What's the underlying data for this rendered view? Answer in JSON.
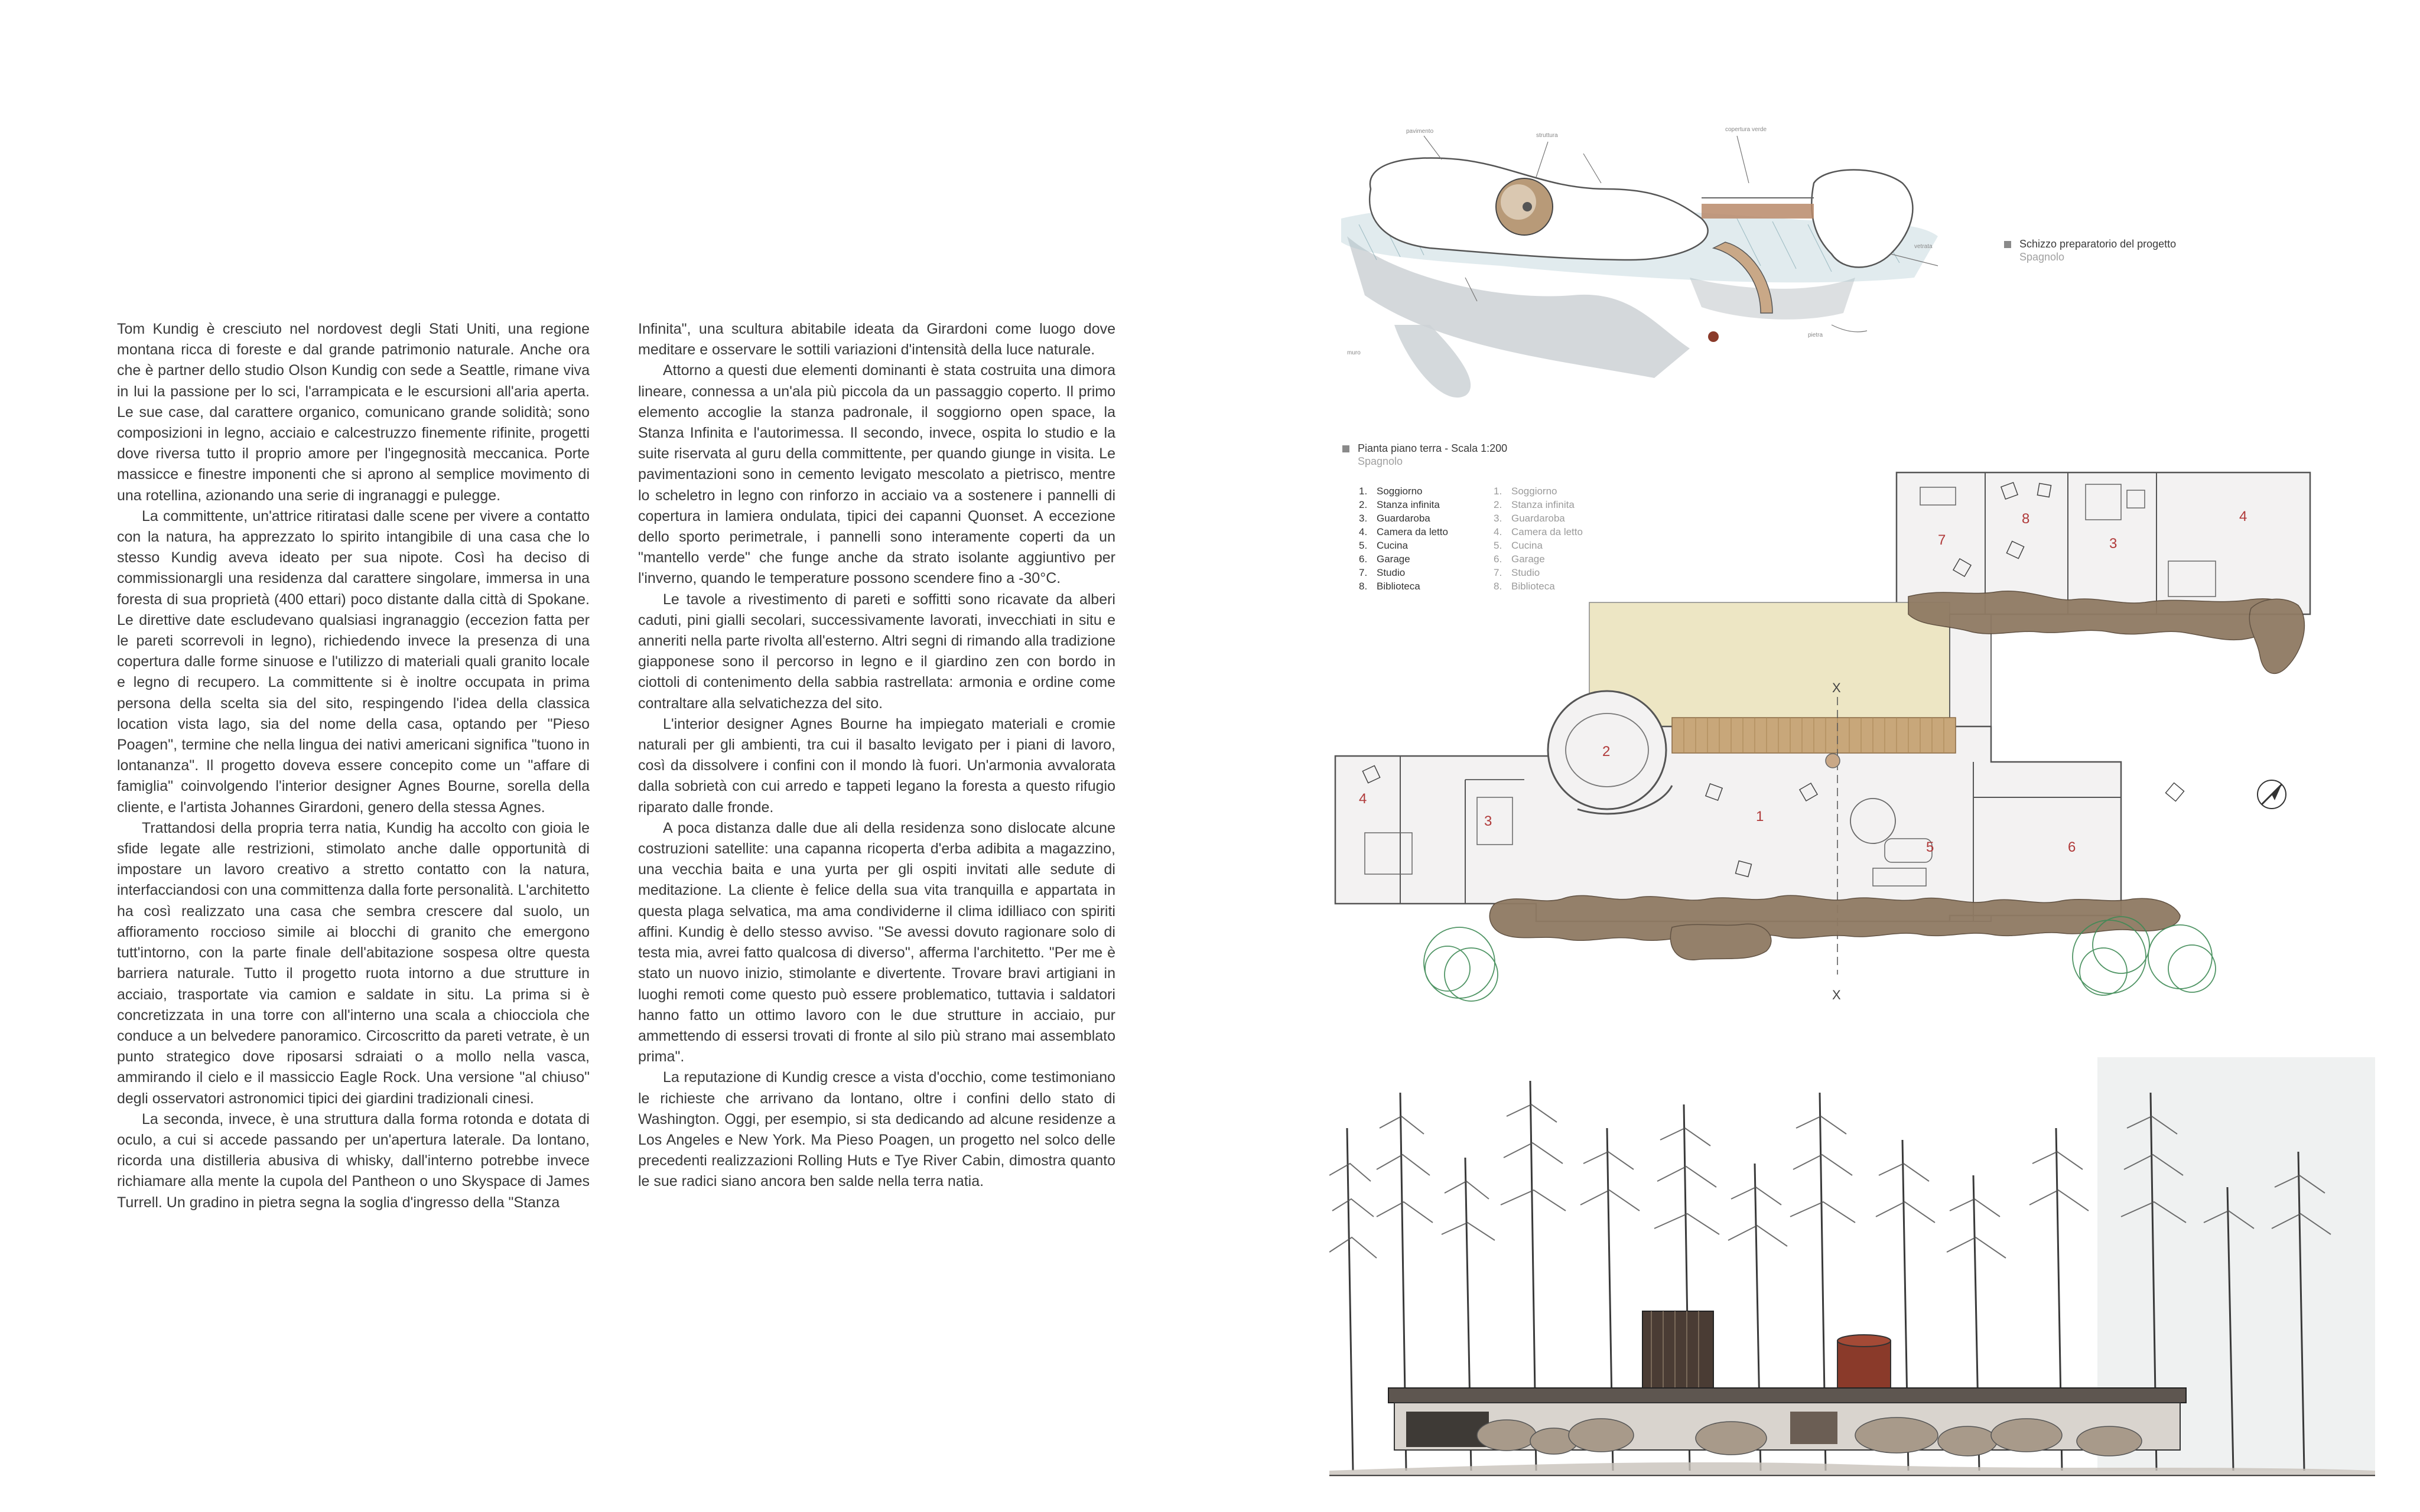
{
  "article": {
    "col1": [
      "Tom Kundig è cresciuto nel nordovest degli Stati Uniti, una regione montana ricca di foreste e dal grande patrimonio naturale. Anche ora che è partner dello studio Olson Kundig con sede a Seattle, rimane viva in lui la passione per lo sci, l'arrampicata e le escursioni all'aria aperta. Le sue case, dal carattere organico, comunicano grande solidità; sono composizioni in legno, acciaio e calcestruzzo finemente rifinite, progetti dove riversa tutto il proprio amore per l'ingegnosità meccanica. Porte massicce e finestre imponenti che si aprono al semplice movimento di una rotellina, azionando una serie di ingranaggi e pulegge.",
      "La committente, un'attrice ritiratasi dalle scene per vivere a contatto con la natura, ha apprezzato lo spirito intangibile di una casa che lo stesso Kundig aveva ideato per sua nipote. Così ha deciso di commissionargli una residenza dal carattere singolare, immersa in una foresta di sua proprietà (400 ettari) poco distante dalla città di Spokane. Le direttive date escludevano qualsiasi ingranaggio (eccezion fatta per le pareti scorrevoli in legno), richiedendo invece la presenza di una copertura dalle forme sinuose e l'utilizzo di materiali quali granito locale e legno di recupero. La committente si è inoltre occupata in prima persona della scelta sia del sito, respingendo l'idea della classica location vista lago, sia del nome della casa, optando per \"Pieso Poagen\", termine che nella lingua dei nativi americani significa \"tuono in lontananza\". Il progetto doveva essere concepito come un \"affare di famiglia\" coinvolgendo l'interior designer Agnes Bourne, sorella della cliente, e l'artista Johannes Girardoni, genero della stessa Agnes.",
      "Trattandosi della propria terra natia, Kundig ha accolto con gioia le sfide legate alle restrizioni, stimolato anche dalle opportunità di impostare un lavoro creativo a stretto contatto con la natura, interfacciandosi con una committenza dalla forte personalità. L'architetto ha così realizzato una casa che sembra crescere dal suolo, un affioramento roccioso simile ai blocchi di granito che emergono tutt'intorno, con la parte finale dell'abitazione sospesa oltre questa barriera naturale. Tutto il progetto ruota intorno a due strutture in acciaio, trasportate via camion e saldate in situ. La prima si è concretizzata in una torre con all'interno una scala a chiocciola che conduce a un belvedere panoramico. Circoscritto da pareti vetrate, è un punto strategico dove riposarsi sdraiati o a mollo nella vasca, ammirando il cielo e il massiccio Eagle Rock. Una versione \"al chiuso\" degli osservatori astronomici tipici dei giardini tradizionali cinesi.",
      "La seconda, invece, è una struttura dalla forma rotonda e dotata di oculo, a cui si accede passando per un'apertura laterale. Da lontano, ricorda una distilleria abusiva di whisky, dall'interno potrebbe invece richiamare alla mente la cupola del Pantheon o uno Skyspace di James Turrell. Un gradino in pietra segna la soglia d'ingresso della \"Stanza"
    ],
    "col2": [
      "Infinita\", una scultura abitabile ideata da Girardoni come luogo dove meditare e osservare le sottili variazioni d'intensità della luce naturale.",
      "Attorno a questi due elementi dominanti è stata costruita una dimora lineare, connessa a un'ala più piccola da un passaggio coperto. Il primo elemento accoglie la stanza padronale, il soggiorno open space, la Stanza Infinita e l'autorimessa. Il secondo, invece, ospita lo studio e la suite riservata al guru della committente, per quando giunge in visita. Le pavimentazioni sono in cemento levigato mescolato a pietrisco, mentre lo scheletro in legno con rinforzo in acciaio va a sostenere i pannelli di copertura in lamiera ondulata, tipici dei capanni Quonset. A eccezione dello sporto perimetrale, i pannelli sono interamente coperti da un \"mantello verde\" che funge anche da strato isolante aggiuntivo per l'inverno, quando le temperature possono scendere fino a -30°C.",
      "Le tavole a rivestimento di pareti e soffitti sono ricavate da alberi caduti, pini gialli secolari, successivamente lavorati, invecchiati in situ e anneriti nella parte rivolta all'esterno. Altri segni di rimando alla tradizione giapponese sono il percorso in legno e il giardino zen con bordo in ciottoli di contenimento della sabbia rastrellata: armonia e ordine come contraltare alla selvatichezza del sito.",
      "L'interior designer Agnes Bourne ha impiegato materiali e cromie naturali per gli ambienti, tra cui il basalto levigato per i piani di lavoro, così da dissolvere i confini con il mondo là fuori. Un'armonia avvalorata dalla sobrietà con cui arredo e tappeti legano la foresta a questo rifugio riparato dalle fronde.",
      "A poca distanza dalle due ali della residenza sono dislocate alcune costruzioni satellite: una capanna ricoperta d'erba adibita a magazzino, una vecchia baita e una yurta per gli ospiti invitati alle sedute di meditazione. La cliente è felice della sua vita tranquilla e appartata in questa plaga selvatica, ma ama condividerne il clima idilliaco con spiriti affini. Kundig è dello stesso avviso. \"Se avessi dovuto ragionare solo di testa mia, avrei fatto qualcosa di diverso\", afferma l'architetto. \"Per me è stato un nuovo inizio, stimolante e divertente. Trovare bravi artigiani in luoghi remoti come questo può essere problematico, tuttavia i saldatori hanno fatto un ottimo lavoro con le due strutture in acciaio, pur ammettendo di essersi trovati di fronte al silo più strano mai assemblato prima\".",
      "La reputazione di Kundig cresce a vista d'occhio, come testimoniano le richieste che arrivano da lontano, oltre i confini dello stato di Washington. Oggi, per esempio, si sta dedicando ad alcune residenze a Los Angeles e New York. Ma Pieso Poagen, un progetto nel solco delle precedenti realizzazioni Rolling Huts e Tye River Cabin, dimostra quanto le sue radici siano ancora ben salde nella terra natia."
    ]
  },
  "sketch_caption": {
    "it": "Schizzo preparatorio del progetto",
    "es": "Spagnolo"
  },
  "plan_caption": {
    "it": "Pianta piano terra - Scala 1:200",
    "es": "Spagnolo"
  },
  "legend_it": [
    {
      "n": "1.",
      "label": "Soggiorno"
    },
    {
      "n": "2.",
      "label": "Stanza infinita"
    },
    {
      "n": "3.",
      "label": "Guardaroba"
    },
    {
      "n": "4.",
      "label": "Camera da letto"
    },
    {
      "n": "5.",
      "label": "Cucina"
    },
    {
      "n": "6.",
      "label": "Garage"
    },
    {
      "n": "7.",
      "label": "Studio"
    },
    {
      "n": "8.",
      "label": "Biblioteca"
    }
  ],
  "legend_es": [
    {
      "n": "1.",
      "label": "Soggiorno"
    },
    {
      "n": "2.",
      "label": "Stanza infinita"
    },
    {
      "n": "3.",
      "label": "Guardaroba"
    },
    {
      "n": "4.",
      "label": "Camera da letto"
    },
    {
      "n": "5.",
      "label": "Cucina"
    },
    {
      "n": "6.",
      "label": "Garage"
    },
    {
      "n": "7.",
      "label": "Studio"
    },
    {
      "n": "8.",
      "label": "Biblioteca"
    }
  ],
  "plan_labels": {
    "r1": "1",
    "r2": "2",
    "r3a": "3",
    "r3b": "3",
    "r4a": "4",
    "r4b": "4",
    "r5": "5",
    "r6": "6",
    "r7": "7",
    "r8": "8",
    "xtop": "X",
    "xbot": "X"
  },
  "colors": {
    "text": "#3a3a3a",
    "caption_gray": "#a0a0a0",
    "room_num": "#b03a3a",
    "roof_yellow": "#ede6c4",
    "deck_wood": "#c8a77a",
    "rock": "#8f7a63",
    "tree_green": "#3e8a55"
  }
}
